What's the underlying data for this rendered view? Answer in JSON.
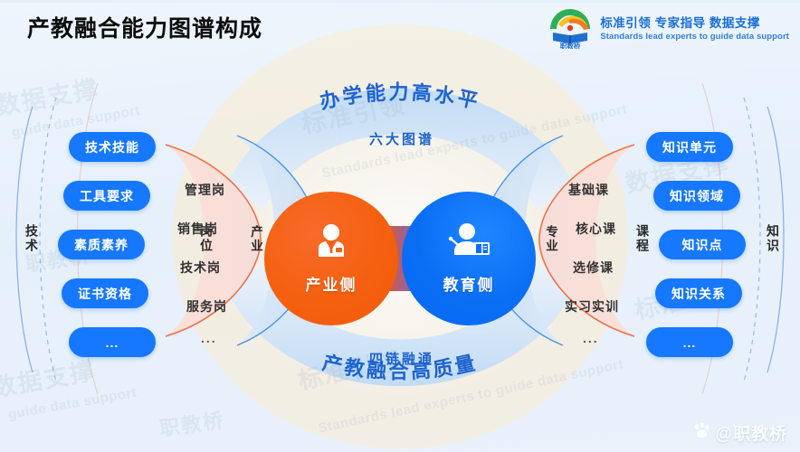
{
  "page": {
    "title": "产教融合能力图谱构成"
  },
  "brand": {
    "logo_name": "职教桥",
    "slogan_cn": "标准引领 专家指导 数据支撑",
    "slogan_en": "Standards lead experts to guide data support",
    "accent": "#1a6fd4"
  },
  "captions": {
    "top_outer": "办学能力高水平",
    "top_inner": "六大图谱",
    "bottom_inner": "四链融通",
    "bottom_outer": "产教融合高质量"
  },
  "center": {
    "left": {
      "label": "产业侧",
      "icon": "businessman-icon",
      "color": "#f4600f"
    },
    "right": {
      "label": "教育侧",
      "icon": "teacher-icon",
      "color": "#0a6ef5"
    }
  },
  "axis_labels": {
    "far_left": "技术",
    "left_mid": "岗位",
    "left_inner": "产业",
    "right_inner": "专业",
    "right_mid": "课程",
    "far_right": "知识"
  },
  "columns": {
    "left_pills": [
      "技术技能",
      "工具要求",
      "素质素养",
      "证书资格",
      "..."
    ],
    "left_items": [
      "管理岗",
      "销售岗",
      "技术岗",
      "服务岗",
      "..."
    ],
    "right_items": [
      "基础课",
      "核心课",
      "选修课",
      "实习实训",
      "..."
    ],
    "right_pills": [
      "知识单元",
      "知识领域",
      "知识点",
      "知识关系",
      "..."
    ]
  },
  "watermarks": {
    "cn": "数据支撑",
    "cn2": "标准引领",
    "en": "guide data support",
    "en2": "Standards lead experts to guide data support",
    "brand": "职教桥"
  },
  "footer": {
    "source": "@职教桥",
    "icon": "baidu-paw-icon"
  },
  "colors": {
    "pill": "#1677ff",
    "orange": "#f4600f",
    "blue": "#0a6ef5",
    "petal_pink": "#fbe3dc",
    "petal_blue": "#cfe2f8",
    "cream": "#f3ecdd",
    "background": "#eaf2fb"
  }
}
